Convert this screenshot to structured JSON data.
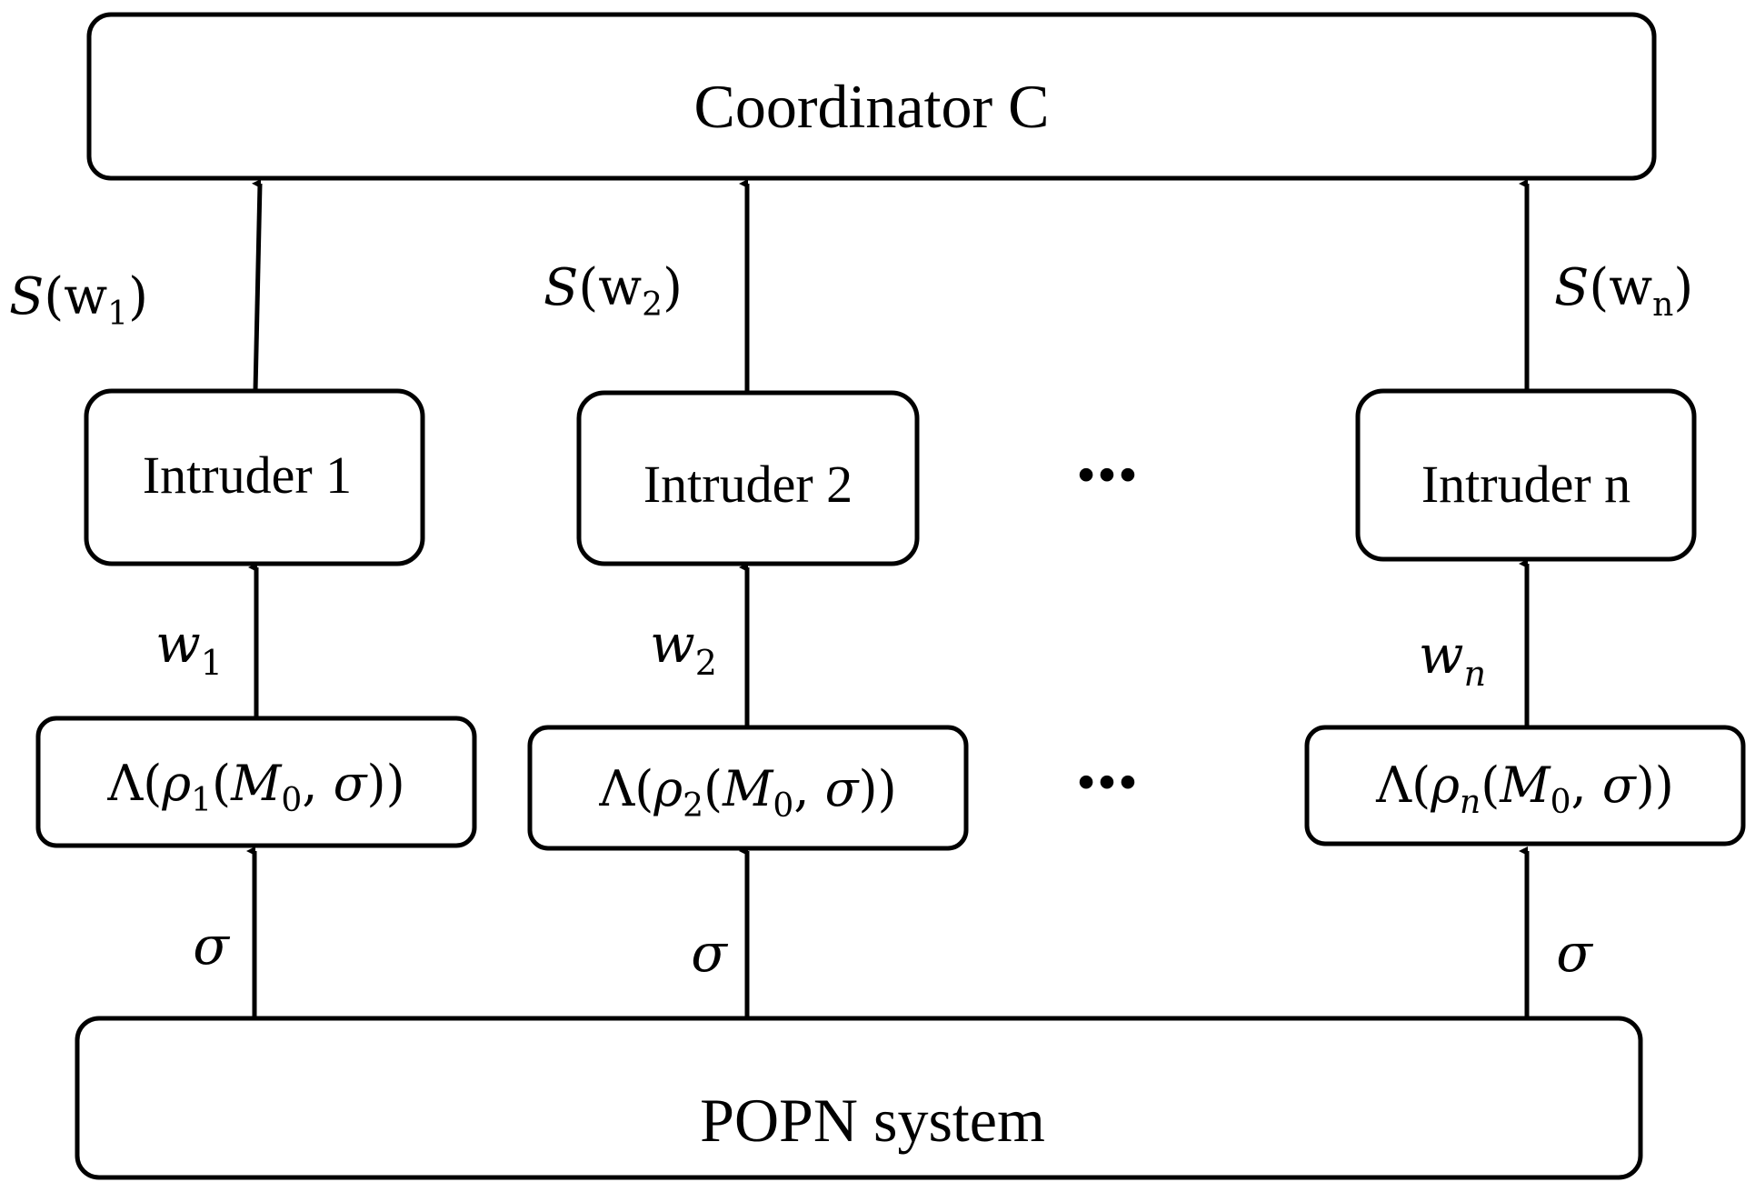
{
  "coordinator": {
    "label": "Coordinator C"
  },
  "system": {
    "label": "POPN system"
  },
  "ellipsis": "•••",
  "columns": [
    {
      "intruder": "Intruder 1",
      "projection": {
        "base": "Λ(",
        "rho": "ρ",
        "rho_sub": "1",
        "open": "(",
        "m": "M",
        "m_sub": "0",
        "sep": ", ",
        "sigma": "σ",
        "close": "))"
      },
      "observation": {
        "w": "w",
        "sub": "1"
      },
      "report": {
        "s": "S",
        "open": "(w",
        "sub": "1",
        "close": ")"
      },
      "input": "σ"
    },
    {
      "intruder": "Intruder 2",
      "projection": {
        "base": "Λ(",
        "rho": "ρ",
        "rho_sub": "2",
        "open": "(",
        "m": "M",
        "m_sub": "0",
        "sep": ", ",
        "sigma": "σ",
        "close": "))"
      },
      "observation": {
        "w": "w",
        "sub": "2"
      },
      "report": {
        "s": "S",
        "open": "(w",
        "sub": "2",
        "close": ")"
      },
      "input": "σ"
    },
    {
      "intruder": "Intruder n",
      "projection": {
        "base": "Λ(",
        "rho": "ρ",
        "rho_sub": "n",
        "open": "(",
        "m": "M",
        "m_sub": "0",
        "sep": ", ",
        "sigma": "σ",
        "close": "))"
      },
      "observation": {
        "w": "w",
        "sub": "n"
      },
      "report": {
        "s": "S",
        "open": "(w",
        "sub": "n",
        "close": ")"
      },
      "input": "σ"
    }
  ]
}
